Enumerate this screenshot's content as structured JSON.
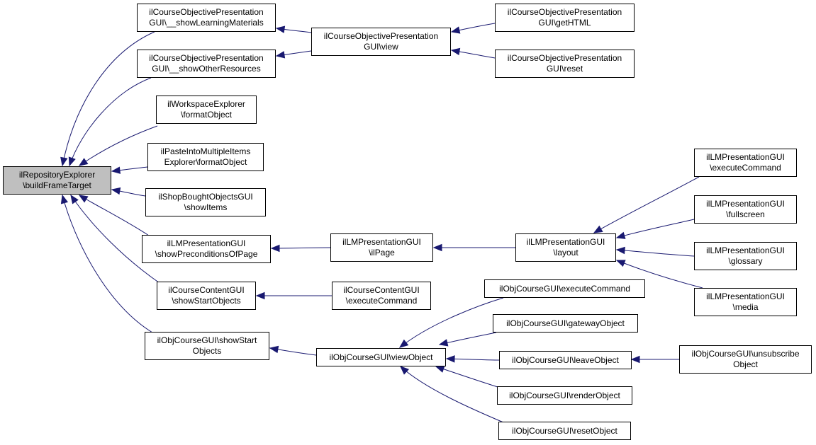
{
  "colors": {
    "edge": "#191970",
    "root_fill": "#bfbfbf",
    "node_fill": "#ffffff",
    "border": "#000000"
  },
  "nodes": [
    {
      "id": "root",
      "lines": [
        "ilRepositoryExplorer",
        "\\buildFrameTarget"
      ],
      "root": true
    },
    {
      "id": "showLearningMaterials",
      "lines": [
        "ilCourseObjectivePresentation",
        "GUI\\__showLearningMaterials"
      ]
    },
    {
      "id": "showOtherResources",
      "lines": [
        "ilCourseObjectivePresentation",
        "GUI\\__showOtherResources"
      ]
    },
    {
      "id": "wsFormatObject",
      "lines": [
        "ilWorkspaceExplorer",
        "\\formatObject"
      ]
    },
    {
      "id": "pasteFormatObject",
      "lines": [
        "ilPasteIntoMultipleItems",
        "Explorer\\formatObject"
      ]
    },
    {
      "id": "shopShowItems",
      "lines": [
        "ilShopBoughtObjectsGUI",
        "\\showItems"
      ]
    },
    {
      "id": "lmShowPreconditions",
      "lines": [
        "ilLMPresentationGUI",
        "\\showPreconditionsOfPage"
      ]
    },
    {
      "id": "ccShowStartObjects",
      "lines": [
        "ilCourseContentGUI",
        "\\showStartObjects"
      ]
    },
    {
      "id": "objShowStartObjects",
      "lines": [
        "ilObjCourseGUI\\showStart",
        "Objects"
      ]
    },
    {
      "id": "copView",
      "lines": [
        "ilCourseObjectivePresentation",
        "GUI\\view"
      ]
    },
    {
      "id": "copGetHTML",
      "lines": [
        "ilCourseObjectivePresentation",
        "GUI\\getHTML"
      ]
    },
    {
      "id": "copReset",
      "lines": [
        "ilCourseObjectivePresentation",
        "GUI\\reset"
      ]
    },
    {
      "id": "lmIlPage",
      "lines": [
        "ilLMPresentationGUI",
        "\\ilPage"
      ]
    },
    {
      "id": "lmLayout",
      "lines": [
        "ilLMPresentationGUI",
        "\\layout"
      ]
    },
    {
      "id": "lmExecuteCommand",
      "lines": [
        "ilLMPresentationGUI",
        "\\executeCommand"
      ]
    },
    {
      "id": "lmFullscreen",
      "lines": [
        "ilLMPresentationGUI",
        "\\fullscreen"
      ]
    },
    {
      "id": "lmGlossary",
      "lines": [
        "ilLMPresentationGUI",
        "\\glossary"
      ]
    },
    {
      "id": "lmMedia",
      "lines": [
        "ilLMPresentationGUI",
        "\\media"
      ]
    },
    {
      "id": "ccExecuteCommand",
      "lines": [
        "ilCourseContentGUI",
        "\\executeCommand"
      ]
    },
    {
      "id": "objViewObject",
      "lines": [
        "ilObjCourseGUI\\viewObject"
      ]
    },
    {
      "id": "objExecuteCommand",
      "lines": [
        "ilObjCourseGUI\\executeCommand"
      ]
    },
    {
      "id": "objGatewayObject",
      "lines": [
        "ilObjCourseGUI\\gatewayObject"
      ]
    },
    {
      "id": "objLeaveObject",
      "lines": [
        "ilObjCourseGUI\\leaveObject"
      ]
    },
    {
      "id": "objRenderObject",
      "lines": [
        "ilObjCourseGUI\\renderObject"
      ]
    },
    {
      "id": "objResetObject",
      "lines": [
        "ilObjCourseGUI\\resetObject"
      ]
    },
    {
      "id": "objUnsubscribeObject",
      "lines": [
        "ilObjCourseGUI\\unsubscribe",
        "Object"
      ]
    }
  ],
  "edges": [
    {
      "from": "showLearningMaterials",
      "to": "root"
    },
    {
      "from": "showOtherResources",
      "to": "root"
    },
    {
      "from": "wsFormatObject",
      "to": "root"
    },
    {
      "from": "pasteFormatObject",
      "to": "root"
    },
    {
      "from": "shopShowItems",
      "to": "root"
    },
    {
      "from": "lmShowPreconditions",
      "to": "root"
    },
    {
      "from": "ccShowStartObjects",
      "to": "root"
    },
    {
      "from": "objShowStartObjects",
      "to": "root"
    },
    {
      "from": "copView",
      "to": "showLearningMaterials"
    },
    {
      "from": "copView",
      "to": "showOtherResources"
    },
    {
      "from": "copGetHTML",
      "to": "copView"
    },
    {
      "from": "copReset",
      "to": "copView"
    },
    {
      "from": "lmIlPage",
      "to": "lmShowPreconditions"
    },
    {
      "from": "lmLayout",
      "to": "lmIlPage"
    },
    {
      "from": "lmExecuteCommand",
      "to": "lmLayout"
    },
    {
      "from": "lmFullscreen",
      "to": "lmLayout"
    },
    {
      "from": "lmGlossary",
      "to": "lmLayout"
    },
    {
      "from": "lmMedia",
      "to": "lmLayout"
    },
    {
      "from": "ccExecuteCommand",
      "to": "ccShowStartObjects"
    },
    {
      "from": "objViewObject",
      "to": "objShowStartObjects"
    },
    {
      "from": "objExecuteCommand",
      "to": "objViewObject"
    },
    {
      "from": "objGatewayObject",
      "to": "objViewObject"
    },
    {
      "from": "objLeaveObject",
      "to": "objViewObject"
    },
    {
      "from": "objRenderObject",
      "to": "objViewObject"
    },
    {
      "from": "objResetObject",
      "to": "objViewObject"
    },
    {
      "from": "objUnsubscribeObject",
      "to": "objLeaveObject"
    }
  ]
}
